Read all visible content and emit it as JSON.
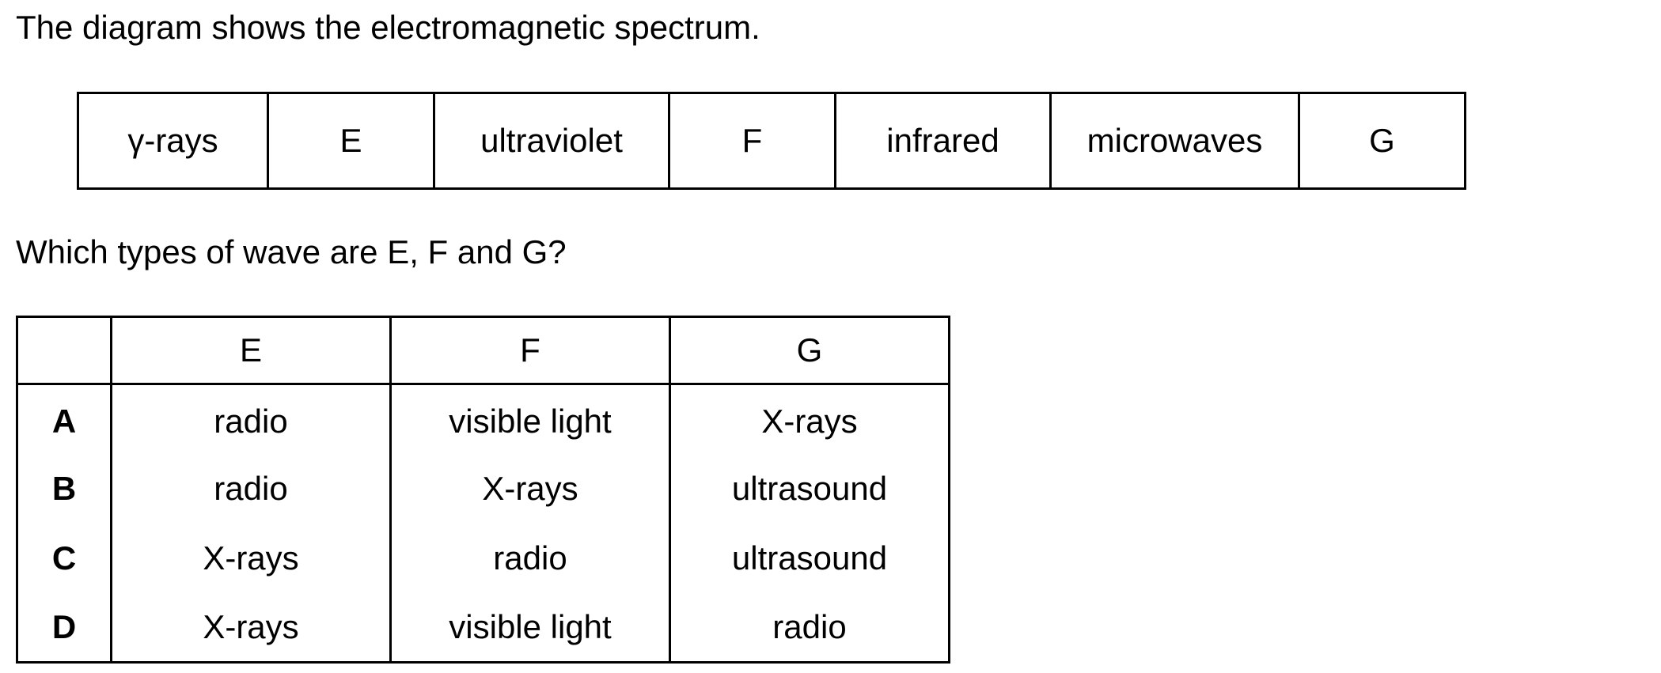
{
  "intro": "The diagram shows the electromagnetic spectrum.",
  "spectrum": {
    "bands": [
      "γ-rays",
      "E",
      "ultraviolet",
      "F",
      "infrared",
      "microwaves",
      "G"
    ]
  },
  "question": "Which types of wave are E, F and G?",
  "options_table": {
    "headers": [
      "",
      "E",
      "F",
      "G"
    ],
    "rows": [
      {
        "letter": "A",
        "E": "radio",
        "F": "visible light",
        "G": "X-rays"
      },
      {
        "letter": "B",
        "E": "radio",
        "F": "X-rays",
        "G": "ultrasound"
      },
      {
        "letter": "C",
        "E": "X-rays",
        "F": "radio",
        "G": "ultrasound"
      },
      {
        "letter": "D",
        "E": "X-rays",
        "F": "visible light",
        "G": "radio"
      }
    ]
  }
}
